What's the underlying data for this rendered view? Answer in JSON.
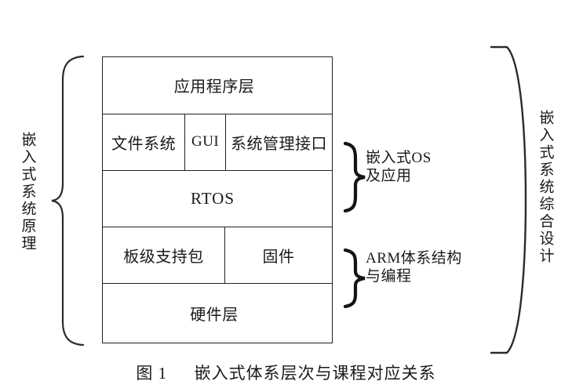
{
  "figure": {
    "caption_number": "图 1",
    "caption_text": "嵌入式体系层次与课程对应关系"
  },
  "stack": {
    "rows": [
      {
        "id": "application",
        "cells": [
          {
            "label": "应用程序层"
          }
        ]
      },
      {
        "id": "middleware",
        "cells": [
          {
            "label": "文件系统"
          },
          {
            "label": "GUI"
          },
          {
            "label": "系统管理接口"
          }
        ]
      },
      {
        "id": "rtos",
        "cells": [
          {
            "label": "RTOS"
          }
        ]
      },
      {
        "id": "bsp",
        "cells": [
          {
            "label": "板级支持包"
          },
          {
            "label": "固件"
          }
        ]
      },
      {
        "id": "hardware",
        "cells": [
          {
            "label": "硬件层"
          }
        ]
      }
    ]
  },
  "side_labels": {
    "left": {
      "text": "嵌入式系统原理",
      "brace": "left-curly-brace"
    },
    "right": {
      "text": "嵌入式系统综合设计",
      "brace": "right-paren-curve"
    }
  },
  "annotations": [
    {
      "id": "os",
      "brace": "right-curly-brace",
      "line1": "嵌入式OS",
      "line2": "及应用"
    },
    {
      "id": "arm",
      "brace": "right-curly-brace",
      "line1": "ARM体系结构",
      "line2": "与编程"
    }
  ],
  "colors": {
    "stroke": "#222222",
    "text": "#1a1a1a",
    "background": "#ffffff"
  }
}
